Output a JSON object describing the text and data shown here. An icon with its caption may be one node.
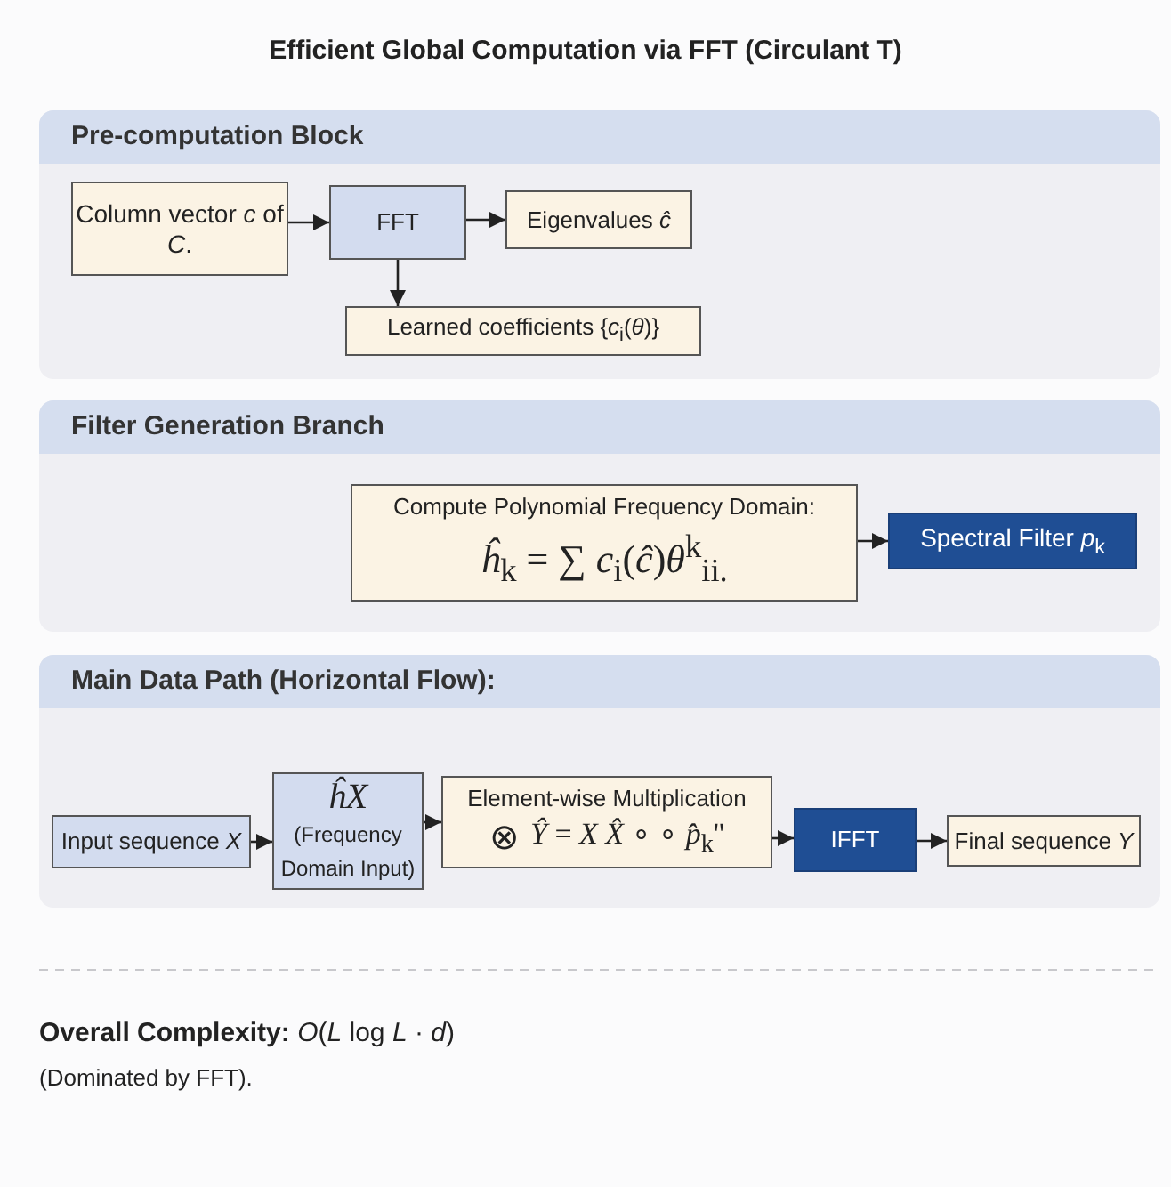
{
  "diagram": {
    "title": "Efficient Global Computation via FFT (Circulant T)",
    "nodes": [
      {
        "text": [
          "Pre-computation Block"
        ]
      },
      {
        "text": [
          "Column vector *c* of *C*."
        ],
        "in": 0
      },
      {
        "text": [
          "FFT"
        ],
        "in": 0
      },
      {
        "text": [
          "Eigenvalues *ĉ*"
        ],
        "in": 0
      },
      {
        "text": [
          "Learned coefficients {*c*$_{i}$(*θ*)}"
        ],
        "in": 0
      },
      {
        "text": [
          "Filter Generation Branch"
        ]
      },
      {
        "text": [
          "Compute Polynomial Frequency Domain:",
          "*ĥ*$_{k}$ = ∑ *c*$_{i}$(*ĉ*)*θ*$^{k}$$_{ii.}$"
        ],
        "in": 5
      },
      {
        "text": [
          "Spectral Filter *p*$_{k}$"
        ],
        "in": 5
      },
      {
        "text": [
          "Main Data Path (Horizontal Flow):"
        ]
      },
      {
        "text": [
          "Input sequence *X*"
        ],
        "in": 8
      },
      {
        "text": [
          "*ĥX*",
          "(Frequency Domain Input)"
        ],
        "in": 8
      },
      {
        "text": [
          "Element-wise Multiplication",
          "⊗",
          "*Ŷ* = *X* *X̂* ∘ ∘ *p̂*$_{k}$''"
        ],
        "in": 8
      },
      {
        "text": [
          "IFFT"
        ],
        "in": 8
      },
      {
        "text": [
          "Final sequence *Y*"
        ],
        "in": 8
      }
    ],
    "edges": [
      {
        "from": 1,
        "to": 2,
        "arrow": "to"
      },
      {
        "from": 2,
        "to": 3,
        "arrow": "to"
      },
      {
        "from": 2,
        "to": 4,
        "arrow": "to"
      },
      {
        "from": 6,
        "to": 7,
        "arrow": "to"
      },
      {
        "from": 9,
        "to": 10,
        "arrow": "to"
      },
      {
        "from": 10,
        "to": 11,
        "arrow": "to"
      },
      {
        "from": 11,
        "to": 12,
        "arrow": "to"
      },
      {
        "from": 12,
        "to": 13,
        "arrow": "to"
      }
    ],
    "labels": [
      "**Overall Complexity:** *O*(*L* log *L* · *d*)",
      "(Dominated by FFT)."
    ]
  }
}
